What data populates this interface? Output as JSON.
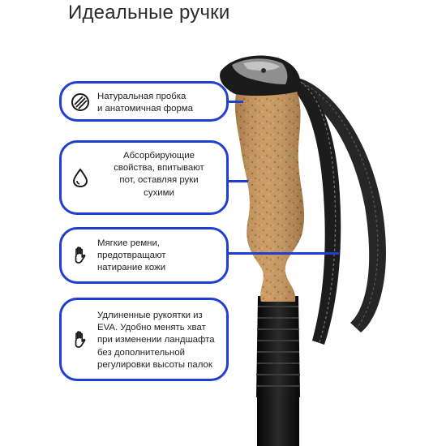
{
  "title": "Идеальные ручки",
  "colors": {
    "accent": "#1f3fcf",
    "cork": "#c8945a",
    "rubber": "#1a1a1a",
    "strap": "#2c2c2c"
  },
  "features": [
    {
      "icon": "cork-texture-icon",
      "lines": [
        "Натуральная пробка",
        "и анатомичная форма"
      ]
    },
    {
      "icon": "water-drop-icon",
      "lines": [
        "Абсорбирующие",
        "свойства, впитывают",
        "пот, оставляя руки",
        "сухими"
      ]
    },
    {
      "icon": "hand-icon",
      "lines": [
        "Мягкие ремни,",
        "предотвращают",
        "натирание кожи"
      ]
    },
    {
      "icon": "hand-icon",
      "lines": [
        "Удлиненные рукоятки из",
        "EVA. Удобно менять хват",
        "при изменении ландшафта",
        "без дополнительной",
        "регулировки высоты палок"
      ]
    }
  ]
}
